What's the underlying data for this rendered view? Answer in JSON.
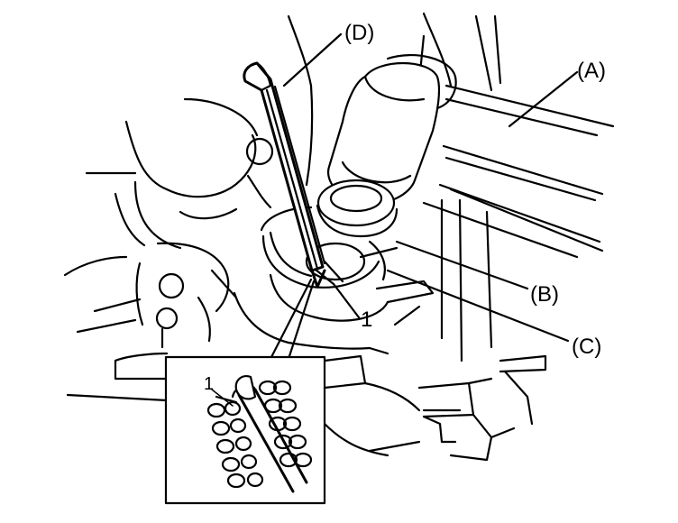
{
  "labels": {
    "a": "(A)",
    "b": "(B)",
    "c": "(C)",
    "d": "(D)",
    "one_main": "1",
    "one_inset": "1"
  }
}
